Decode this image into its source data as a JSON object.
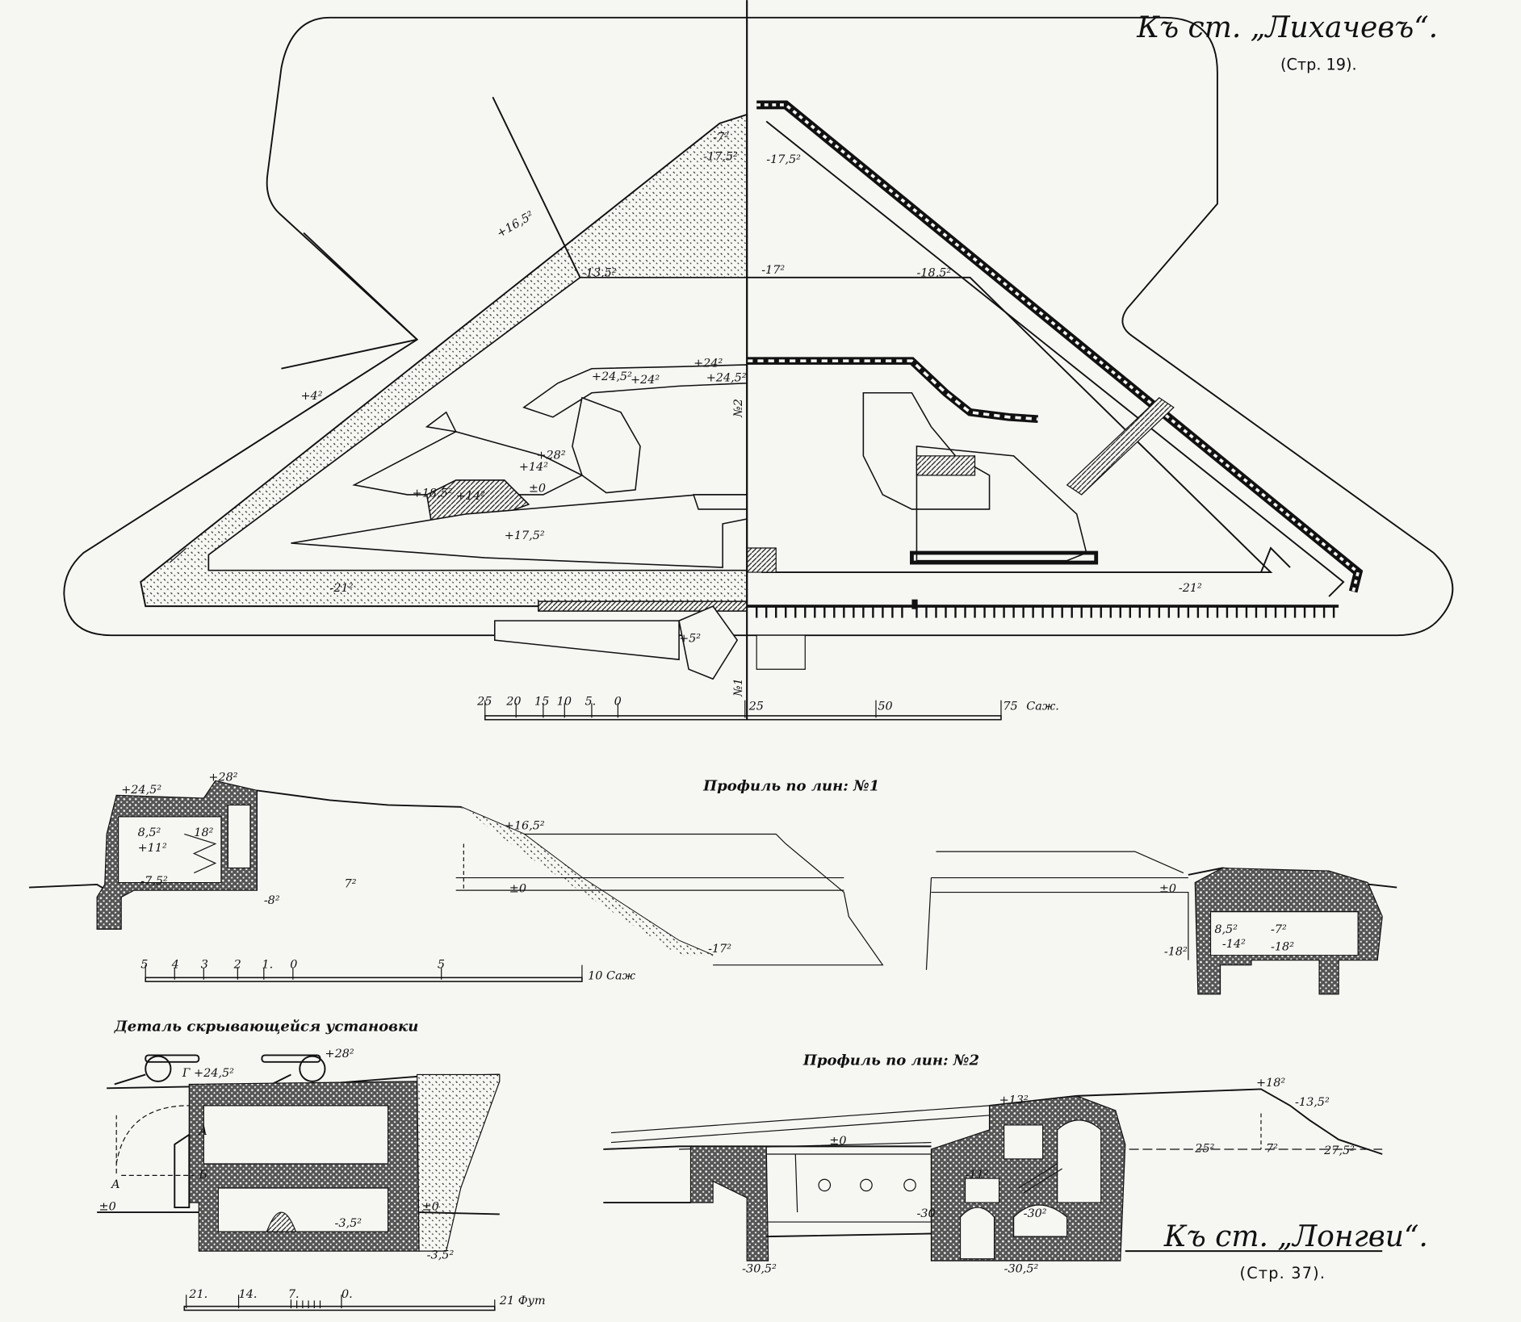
{
  "titles": {
    "top": {
      "title": "Къ ст. „Лихачевъ“.",
      "page": "(Стр. 19)."
    },
    "bottom": {
      "title": "Къ ст. „Лонгви“.",
      "page": "(Стр. 37)."
    }
  },
  "plan": {
    "labels": [
      "-7²",
      "-17,5²",
      "-17,5²",
      "+16,5²",
      "-13,5²",
      "-17²",
      "-18,5²",
      "+4²",
      "+24²",
      "+24,5²",
      "+24,5²",
      "+24²",
      "+28²",
      "+14²",
      "+18,5²",
      "+14²",
      "±0",
      "+17,5²",
      "-21²",
      "-21²",
      "+5²",
      "№2",
      "№1"
    ]
  },
  "scale_plan": {
    "ticks": [
      "25",
      "20",
      "15",
      "10",
      "5.",
      "0",
      "25",
      "50",
      "75"
    ],
    "unit": "Саж."
  },
  "profile1": {
    "caption": "Профиль по лин: №1",
    "labels": [
      "+24,5²",
      "+28²",
      "8,5²",
      "+11²",
      "18²",
      "-7,5²",
      "7²",
      "-8²",
      "+16,5²",
      "±0",
      "-17²",
      "±0",
      "8,5²",
      "-14²",
      "-7²",
      "-18²",
      "-18²"
    ]
  },
  "scale_profile": {
    "ticks": [
      "5",
      "4",
      "3",
      "2",
      "1.",
      "0",
      "5"
    ],
    "unit": "10 Саж"
  },
  "detail": {
    "caption": "Деталь скрывающейся установки",
    "labels": [
      "+28²",
      "Г +24,5²",
      "A",
      "Б",
      "A",
      "±0",
      "±0",
      "-3,5²",
      "-3,5²"
    ]
  },
  "scale_detail": {
    "ticks": [
      "21.",
      "14.",
      "7.",
      "0."
    ],
    "unit": "21 Фут"
  },
  "profile2": {
    "caption": "Профиль по лин: №2",
    "labels": [
      "+13²",
      "+18²",
      "-13,5²",
      "±0",
      "25²",
      "7²",
      "27,5²",
      "-11²",
      "-30",
      "-30²",
      "-30,5²",
      "-30,5²"
    ]
  },
  "colors": {
    "paper": "#f6f6f3",
    "ink": "#111111"
  }
}
